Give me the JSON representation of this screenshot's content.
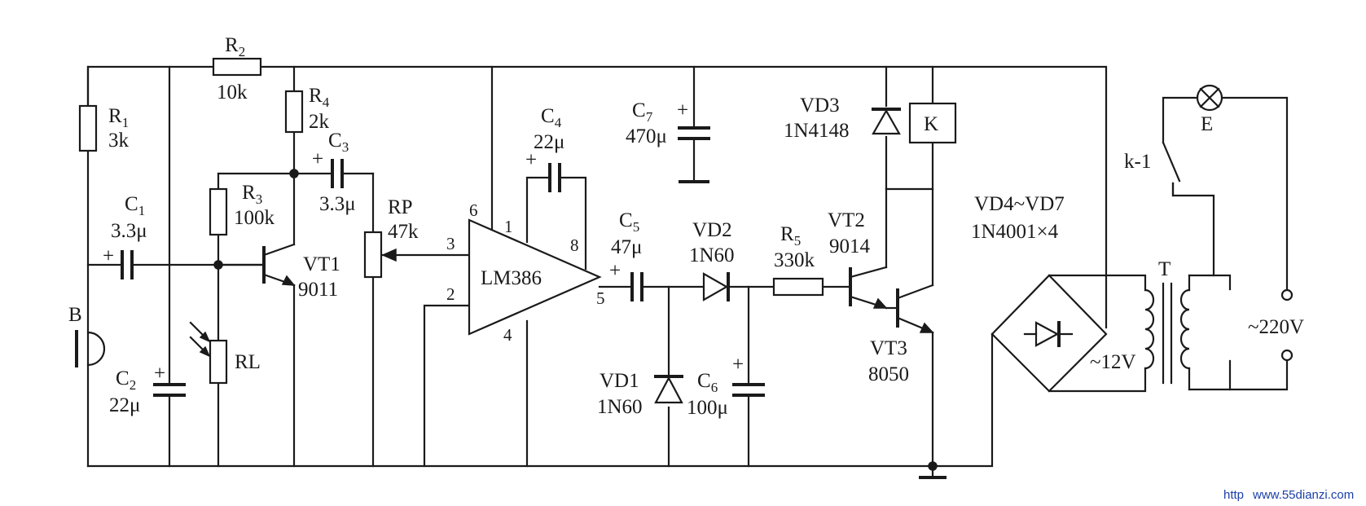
{
  "components": {
    "R1": {
      "prefix": "R",
      "sub": "1",
      "value": "3k"
    },
    "R2": {
      "prefix": "R",
      "sub": "2",
      "value": "10k"
    },
    "R3": {
      "prefix": "R",
      "sub": "3",
      "value": "100k"
    },
    "R4": {
      "prefix": "R",
      "sub": "4",
      "value": "2k"
    },
    "R5": {
      "prefix": "R",
      "sub": "5",
      "value": "330k"
    },
    "C1": {
      "prefix": "C",
      "sub": "1",
      "value": "3.3μ"
    },
    "C2": {
      "prefix": "C",
      "sub": "2",
      "value": "22μ"
    },
    "C3": {
      "prefix": "C",
      "sub": "3",
      "value": "3.3μ"
    },
    "C4": {
      "prefix": "C",
      "sub": "4",
      "value": "22μ"
    },
    "C5": {
      "prefix": "C",
      "sub": "5",
      "value": "47μ"
    },
    "C6": {
      "prefix": "C",
      "sub": "6",
      "value": "100μ"
    },
    "C7": {
      "prefix": "C",
      "sub": "7",
      "value": "470μ"
    },
    "RP": {
      "name": "RP",
      "value": "47k"
    },
    "RL": {
      "name": "RL"
    },
    "B": {
      "name": "B"
    },
    "VT1": {
      "name": "VT1",
      "value": "9011"
    },
    "VT2": {
      "name": "VT2",
      "value": "9014"
    },
    "VT3": {
      "name": "VT3",
      "value": "8050"
    },
    "VD1": {
      "name": "VD1",
      "value": "1N60"
    },
    "VD2": {
      "name": "VD2",
      "value": "1N60"
    },
    "VD3": {
      "name": "VD3",
      "value": "1N4148"
    },
    "VD4_7": {
      "name": "VD4~VD7",
      "value": "1N4001×4"
    },
    "K": {
      "name": "K"
    },
    "k1": {
      "name": "k-1"
    },
    "E": {
      "name": "E"
    },
    "T": {
      "name": "T"
    },
    "v12": {
      "label": "~12V"
    },
    "v220": {
      "label": "~220V"
    }
  },
  "ic": {
    "name": "LM386",
    "pins": {
      "p1": "1",
      "p2": "2",
      "p3": "3",
      "p4": "4",
      "p5": "5",
      "p6": "6",
      "p8": "8"
    }
  },
  "polarity": {
    "plus": "+"
  },
  "watermark": {
    "prefix": "http",
    "site": "www.55dianzi.com"
  }
}
